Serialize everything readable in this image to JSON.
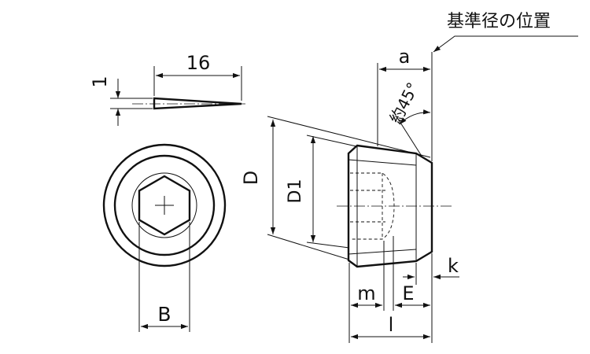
{
  "title_callout": "基準径の位置",
  "dimensions": {
    "length_16": "16",
    "thickness_1": "1",
    "across_flats": "B",
    "outer_diameter": "D",
    "gauge_diameter": "D1",
    "gauge_position": "a",
    "taper_angle": "約45°",
    "socket_depth": "m",
    "E": "E",
    "overall_length": "l",
    "chamfer": "k"
  }
}
